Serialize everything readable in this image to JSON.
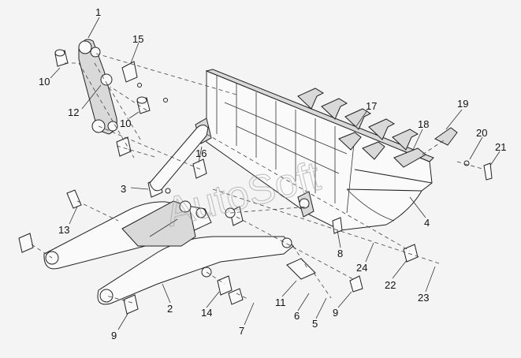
{
  "watermark": "AutoSoft",
  "callouts": [
    {
      "id": "c1",
      "label": "1"
    },
    {
      "id": "c15",
      "label": "15"
    },
    {
      "id": "c10a",
      "label": "10"
    },
    {
      "id": "c12",
      "label": "12"
    },
    {
      "id": "c10b",
      "label": "10"
    },
    {
      "id": "c16",
      "label": "16"
    },
    {
      "id": "c3",
      "label": "3"
    },
    {
      "id": "c13",
      "label": "13"
    },
    {
      "id": "c17",
      "label": "17"
    },
    {
      "id": "c19",
      "label": "19"
    },
    {
      "id": "c18",
      "label": "18"
    },
    {
      "id": "c20",
      "label": "20"
    },
    {
      "id": "c21",
      "label": "21"
    },
    {
      "id": "c4",
      "label": "4"
    },
    {
      "id": "c8",
      "label": "8"
    },
    {
      "id": "c24",
      "label": "24"
    },
    {
      "id": "c22",
      "label": "22"
    },
    {
      "id": "c23",
      "label": "23"
    },
    {
      "id": "c2",
      "label": "2"
    },
    {
      "id": "c14",
      "label": "14"
    },
    {
      "id": "c11",
      "label": "11"
    },
    {
      "id": "c6",
      "label": "6"
    },
    {
      "id": "c5",
      "label": "5"
    },
    {
      "id": "c9a",
      "label": "9"
    },
    {
      "id": "c9b",
      "label": "9"
    },
    {
      "id": "c7",
      "label": "7"
    }
  ]
}
